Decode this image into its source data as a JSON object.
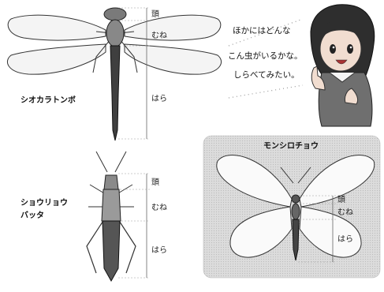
{
  "dragonfly": {
    "name": "シオカラトンボ",
    "parts": {
      "head": "頭",
      "thorax": "むね",
      "abdomen": "はら"
    }
  },
  "grasshopper": {
    "name_line1": "ショウリョウ",
    "name_line2": "バッタ",
    "parts": {
      "head": "頭",
      "thorax": "むね",
      "abdomen": "はら"
    }
  },
  "butterfly": {
    "name": "モンシロチョウ",
    "parts": {
      "head": "頭",
      "thorax": "むね",
      "abdomen": "はら"
    }
  },
  "speech": {
    "line1": "ほかにはどんな",
    "line2": "こん虫がいるかな。",
    "line3": "しらべてみたい。"
  }
}
